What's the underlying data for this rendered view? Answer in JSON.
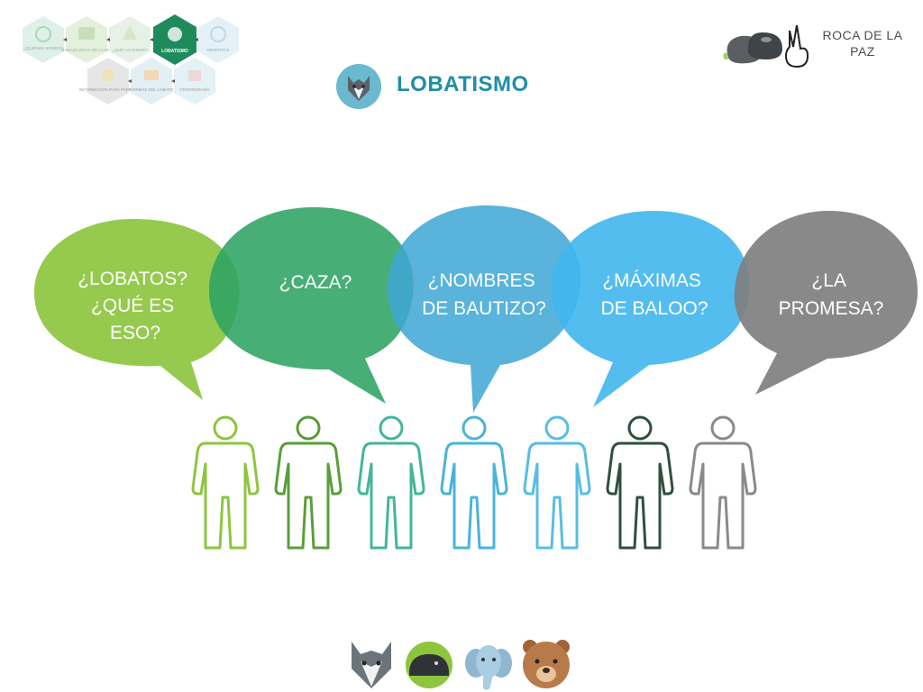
{
  "nav": {
    "items": [
      {
        "label": "¿QUIÉNES SOMOS?",
        "active": false
      },
      {
        "label": "MANADA ROCA DE LA PAZ",
        "active": false
      },
      {
        "label": "¿QUÉ HACEMOS?",
        "active": false
      },
      {
        "label": "LOBATISMO",
        "active": true
      },
      {
        "label": "OBJETIVOS",
        "active": false
      },
      {
        "label": "INFORMACIÓN PARA PADRES",
        "active": false
      },
      {
        "label": "NORMAS DEL LOBATO",
        "active": false
      },
      {
        "label": "CRONOGRAMA",
        "active": false
      }
    ]
  },
  "brand": {
    "name": "ROCA DE LA PAZ"
  },
  "page": {
    "title": "LOBATISMO",
    "icon": "wolf-icon"
  },
  "bubbles": [
    {
      "lines": [
        "¿LOBATOS?",
        "¿QUÉ ES",
        "ESO?"
      ],
      "color": "#8cc63f"
    },
    {
      "lines": [
        "¿CAZA?"
      ],
      "color": "#39a866"
    },
    {
      "lines": [
        "¿NOMBRES",
        "DE BAUTIZO?"
      ],
      "color": "#4aaed8"
    },
    {
      "lines": [
        "¿MÁXIMAS",
        "DE BALOO?"
      ],
      "color": "#45b8ef"
    },
    {
      "lines": [
        "¿LA",
        "PROMESA?"
      ],
      "color": "#808080"
    }
  ],
  "people_colors": [
    "#8cc63f",
    "#5a9e3a",
    "#44b59a",
    "#4ab4d6",
    "#58bde5",
    "#2f4f3f",
    "#8a8a8a"
  ],
  "animals": [
    "wolf-icon",
    "panther-icon",
    "elephant-icon",
    "bear-icon"
  ],
  "colors": {
    "accent": "#1f8ea8",
    "active_nav": "#1f8a5b"
  }
}
